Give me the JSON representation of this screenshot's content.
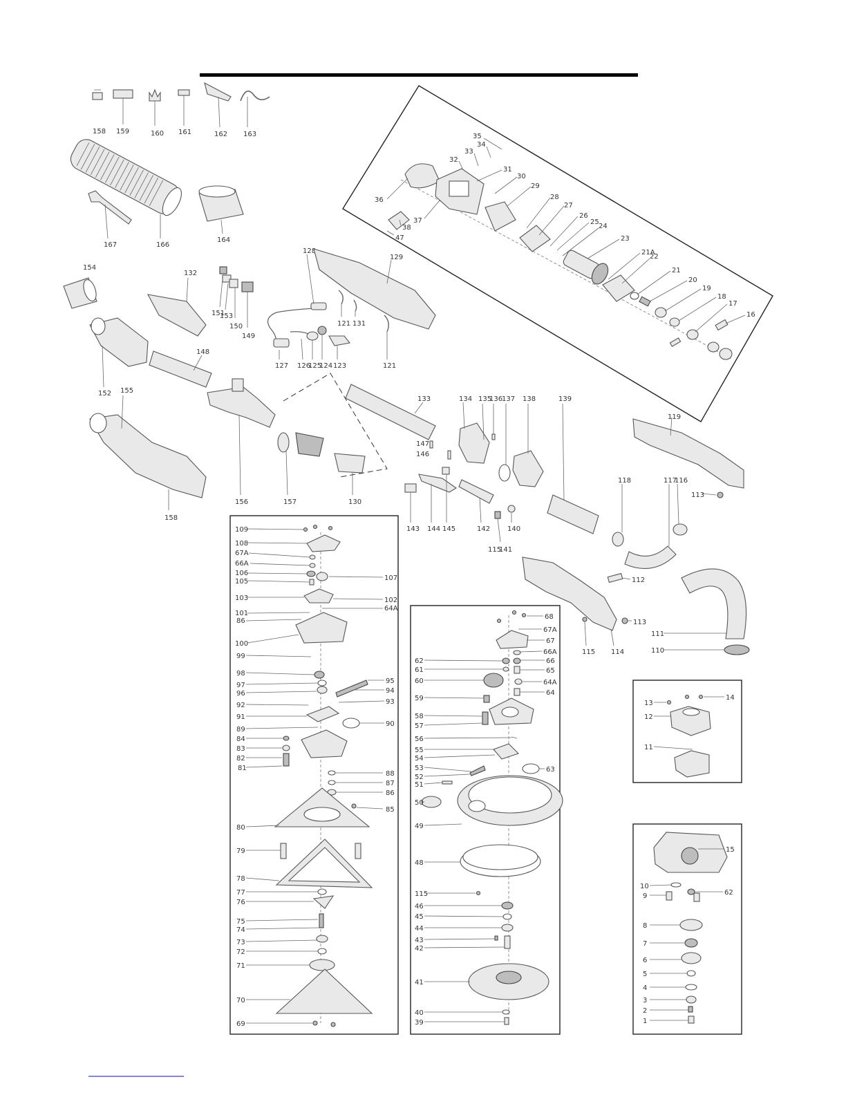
{
  "diagram": {
    "type": "exploded-parts-drawing",
    "line_color": "#555555",
    "frame_color": "#222222",
    "header_bar_color": "#000000",
    "footer_link_color": "#3a3ac8",
    "labels": {
      "l158a": "158",
      "l159": "159",
      "l160": "160",
      "l161": "161",
      "l162": "162",
      "l163": "163",
      "l167": "167",
      "l166": "166",
      "l164": "164",
      "l154": "154",
      "l132": "132",
      "l151": "151",
      "l153": "153",
      "l150": "150",
      "l149": "149",
      "l128": "128",
      "l129": "129",
      "l121a": "121",
      "l131": "131",
      "l121b": "121",
      "l152": "152",
      "l148": "148",
      "l127": "127",
      "l126": "126",
      "l125": "125",
      "l124": "124",
      "l123": "123",
      "l155": "155",
      "l156": "156",
      "l157": "157",
      "l130": "130",
      "l158b": "158",
      "l133": "133",
      "l134": "134",
      "l135": "135",
      "l136": "136",
      "l137": "137",
      "l138": "138",
      "l139": "139",
      "l147": "147",
      "l146": "146",
      "l143": "143",
      "l144": "144",
      "l145": "145",
      "l142": "142",
      "l115a": "115",
      "l141": "141",
      "l140": "140",
      "l119": "119",
      "l113a": "113",
      "l118": "118",
      "l117": "117",
      "l116": "116",
      "l112": "112",
      "l113b": "113",
      "l115b": "115",
      "l114": "114",
      "l111": "111",
      "l110": "110",
      "l35": "35",
      "l34": "34",
      "l33": "33",
      "l32": "32",
      "l31": "31",
      "l30": "30",
      "l29": "29",
      "l28": "28",
      "l27": "27",
      "l26": "26",
      "l25": "25",
      "l24": "24",
      "l23": "23",
      "l21A": "21A",
      "l22": "22",
      "l21": "21",
      "l20": "20",
      "l19": "19",
      "l18": "18",
      "l17": "17",
      "l16": "16",
      "l36": "36",
      "l37": "37",
      "l38": "38",
      "l47": "47",
      "l109": "109",
      "l108": "108",
      "l67Aa": "67A",
      "l66Aa": "66A",
      "l106": "106",
      "l105": "105",
      "l107": "107",
      "l103": "103",
      "l102": "102",
      "l101": "101",
      "l64Aa": "64A",
      "l86a": "86",
      "l100": "100",
      "l99": "99",
      "l98": "98",
      "l95": "95",
      "l97": "97",
      "l94": "94",
      "l96": "96",
      "l92": "92",
      "l93": "93",
      "l91": "91",
      "l89": "89",
      "l90": "90",
      "l84": "84",
      "l83": "83",
      "l82": "82",
      "l81": "81",
      "l88": "88",
      "l87": "87",
      "l86b": "86",
      "l85": "85",
      "l80": "80",
      "l79": "79",
      "l78": "78",
      "l77": "77",
      "l76": "76",
      "l75": "75",
      "l74": "74",
      "l73": "73",
      "l72": "72",
      "l71": "71",
      "l70": "70",
      "l69": "69",
      "l68": "68",
      "l67Ab": "67A",
      "l67": "67",
      "l66Ab": "66A",
      "l62a": "62",
      "l66": "66",
      "l61": "61",
      "l65": "65",
      "l60": "60",
      "l64Ab": "64A",
      "l64": "64",
      "l59": "59",
      "l58": "58",
      "l57": "57",
      "l56": "56",
      "l55": "55",
      "l54": "54",
      "l53": "53",
      "l63": "63",
      "l52": "52",
      "l51": "51",
      "l50": "50",
      "l49": "49",
      "l48": "48",
      "l115c": "115",
      "l46": "46",
      "l45": "45",
      "l44": "44",
      "l43": "43",
      "l42": "42",
      "l41": "41",
      "l40": "40",
      "l39": "39",
      "l13": "13",
      "l14": "14",
      "l12": "12",
      "l11": "11",
      "l15": "15",
      "l10": "10",
      "l62b": "62",
      "l9": "9",
      "l8": "8",
      "l7": "7",
      "l6": "6",
      "l5": "5",
      "l4": "4",
      "l3": "3",
      "l2": "2",
      "l1": "1"
    }
  }
}
